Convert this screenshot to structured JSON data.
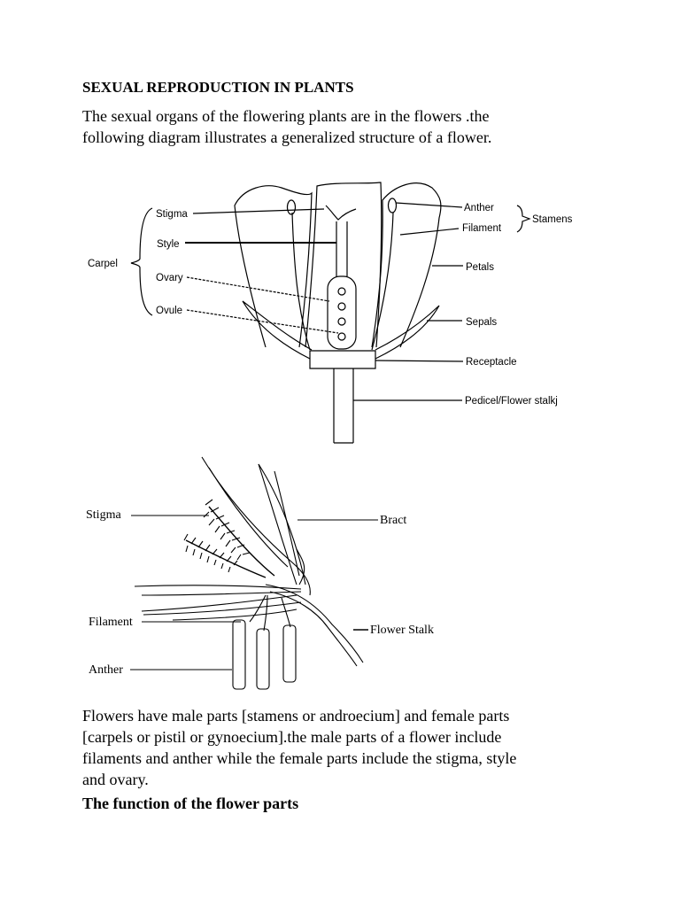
{
  "heading": "SEXUAL REPRODUCTION IN PLANTS",
  "intro": {
    "line1": "The sexual organs of the flowering plants are in the flowers .the",
    "line2": "following diagram illustrates a generalized structure of a flower."
  },
  "diagram1": {
    "stigma": "Stigma",
    "style": "Style",
    "carpel": "Carpel",
    "ovary": "Ovary",
    "ovule": "Ovule",
    "anther": "Anther",
    "filament": "Filament",
    "stamens": "Stamens",
    "petals": "Petals",
    "sepals": "Sepals",
    "receptacle": "Receptacle",
    "pedicel": "Pedicel/Flower stalkj"
  },
  "diagram2": {
    "stigma": "Stigma",
    "bract": "Bract",
    "filament": "Filament",
    "flower_stalk": "Flower Stalk",
    "anther": "Anther"
  },
  "body": {
    "line1": "Flowers have male parts [stamens or androecium] and female parts",
    "line2": "[carpels or pistil or gynoecium].the male parts of a flower include",
    "line3": "filaments and anther while the female parts include the stigma, style",
    "line4": "and ovary."
  },
  "subheading": "The function of the flower parts"
}
